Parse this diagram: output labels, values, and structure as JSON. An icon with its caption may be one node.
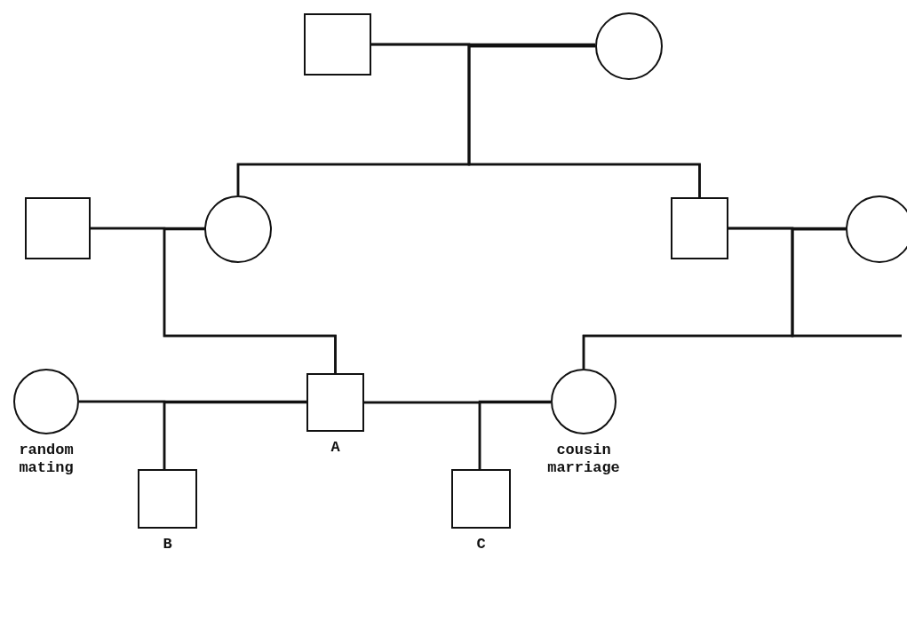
{
  "diagram": {
    "nodes": [
      {
        "text": [],
        "shape": "box"
      },
      {
        "text": [],
        "shape": "circle"
      },
      {
        "text": [],
        "shape": "box"
      },
      {
        "text": [],
        "shape": "circle"
      },
      {
        "text": [],
        "shape": "box"
      },
      {
        "text": [],
        "shape": "circle"
      },
      {
        "text": [],
        "shape": "circle",
        "beside": [
          "random mating"
        ]
      },
      {
        "text": [],
        "shape": "box",
        "beside": [
          "A"
        ]
      },
      {
        "text": [],
        "shape": "circle",
        "beside": [
          "cousin marriage"
        ]
      },
      {
        "text": [],
        "shape": "box",
        "beside": [
          "B"
        ]
      },
      {
        "text": [],
        "shape": "box",
        "beside": [
          "C"
        ]
      }
    ],
    "edges": [
      {
        "from": 0,
        "to": 1,
        "arrow": "none"
      },
      {
        "from": 0,
        "to": 3,
        "arrow": "none"
      },
      {
        "from": 0,
        "to": 4,
        "arrow": "none"
      },
      {
        "from": 1,
        "to": 3,
        "arrow": "none"
      },
      {
        "from": 1,
        "to": 4,
        "arrow": "none"
      },
      {
        "from": 2,
        "to": 3,
        "arrow": "none"
      },
      {
        "from": 2,
        "to": 7,
        "arrow": "none"
      },
      {
        "from": 3,
        "to": 7,
        "arrow": "none"
      },
      {
        "from": 4,
        "to": 5,
        "arrow": "none"
      },
      {
        "from": 4,
        "to": 8,
        "arrow": "none"
      },
      {
        "from": 5,
        "to": 8,
        "arrow": "none"
      },
      {
        "from": 4,
        "to": null,
        "arrow": "none"
      },
      {
        "from": 5,
        "to": null,
        "arrow": "none"
      },
      {
        "from": 6,
        "to": 7,
        "arrow": "none"
      },
      {
        "from": 7,
        "to": 8,
        "arrow": "none"
      },
      {
        "from": 6,
        "to": 9,
        "arrow": "none"
      },
      {
        "from": 7,
        "to": 9,
        "arrow": "none"
      },
      {
        "from": 7,
        "to": 10,
        "arrow": "none"
      },
      {
        "from": 8,
        "to": 10,
        "arrow": "none"
      }
    ]
  }
}
